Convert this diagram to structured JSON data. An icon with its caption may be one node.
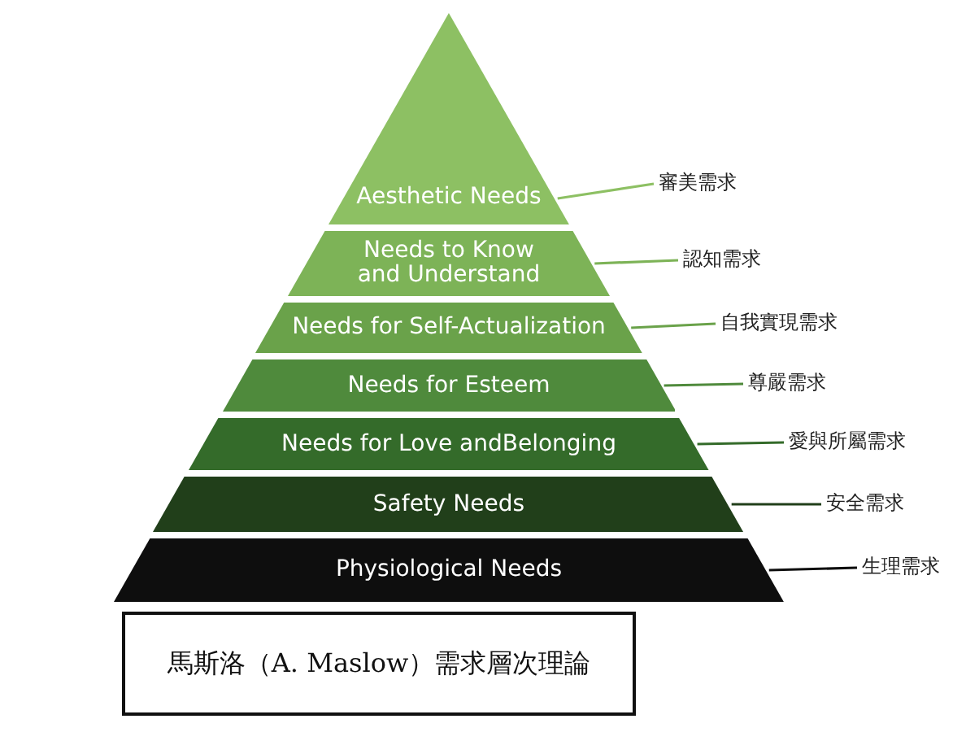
{
  "diagram": {
    "nodes": [
      {
        "text": [
          "Aesthetic Needs"
        ]
      },
      {
        "text": [
          "Needs to Know and Understand"
        ]
      },
      {
        "text": [
          "Needs for Self-Actualization"
        ]
      },
      {
        "text": [
          "Needs for Esteem"
        ]
      },
      {
        "text": [
          "Needs for Love andBelonging"
        ]
      },
      {
        "text": [
          "Safety Needs"
        ]
      },
      {
        "text": [
          "Physiological Needs"
        ]
      },
      {
        "text": [
          "審美需求"
        ]
      },
      {
        "text": [
          "認知需求"
        ]
      },
      {
        "text": [
          "自我實現需求"
        ]
      },
      {
        "text": [
          "尊嚴需求"
        ]
      },
      {
        "text": [
          "愛與所屬需求"
        ]
      },
      {
        "text": [
          "安全需求"
        ]
      },
      {
        "text": [
          "生理需求"
        ]
      },
      {
        "text": [
          "馬斯洛（A. Maslow）需求層次理論"
        ]
      }
    ],
    "edges": [
      {
        "from": 7,
        "to": 0,
        "arrow": "none",
        "color": "#8dc063"
      },
      {
        "from": 8,
        "to": 1,
        "arrow": "none",
        "color": "#7db357"
      },
      {
        "from": 9,
        "to": 2,
        "arrow": "none",
        "color": "#6aa24a"
      },
      {
        "from": 10,
        "to": 3,
        "arrow": "none",
        "color": "#4f8a3c"
      },
      {
        "from": 11,
        "to": 4,
        "arrow": "none",
        "color": "#346b2a"
      },
      {
        "from": 12,
        "to": 5,
        "arrow": "none",
        "color": "#213f1a"
      },
      {
        "from": 13,
        "to": 6,
        "arrow": "none",
        "color": "#0e0e0e"
      }
    ]
  }
}
